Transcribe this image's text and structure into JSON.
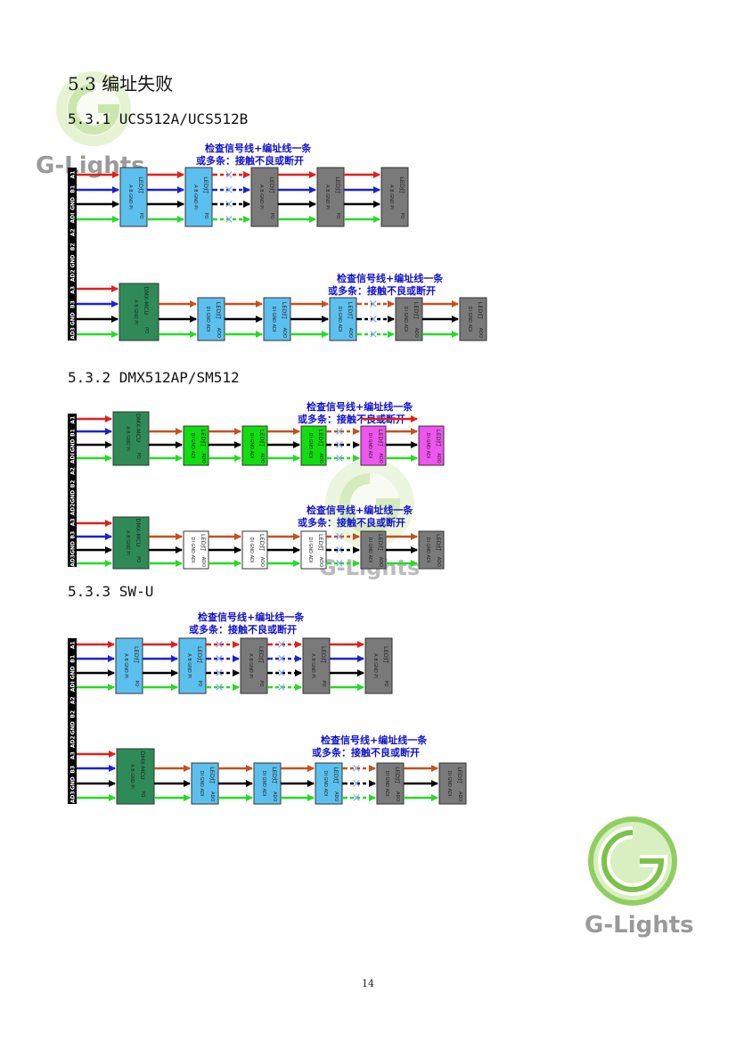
{
  "heading": {
    "number": "5.3",
    "title": "编址失败"
  },
  "sections": [
    {
      "title": "5.3.1 UCS512A/UCS512B"
    },
    {
      "title": "5.3.2 DMX512AP/SM512"
    },
    {
      "title": "5.3.3 SW-U"
    }
  ],
  "note": {
    "line1": "检查信号线+编址线一条",
    "line2": "或多条：接触不良或断开"
  },
  "terminal_labels": [
    "A1",
    "B1",
    "GND",
    "ADI",
    "A2",
    "B2",
    "GND",
    "AD2",
    "A3",
    "B3",
    "GND",
    "AD3"
  ],
  "chip": {
    "led": "LED灯",
    "dmx": "DMX-MCU",
    "pins_a": "A  B  GND  PI",
    "pins_b": "PO",
    "pins_c": "DI  GND  ADI",
    "pins_d": "ADO",
    "cross": "×"
  },
  "logo": {
    "text": "G-Lights"
  },
  "page": {
    "number": "14"
  },
  "colors": {
    "red": "#e0201a",
    "blue": "#1a22d0",
    "black": "#000000",
    "green": "#22dd22",
    "orange": "#c5501e",
    "cyan": "#5cc0ee",
    "gray": "#7a7a7a",
    "darkgreen": "#2e8b57",
    "brightgreen": "#11dd11",
    "magenta": "#ee55ee",
    "note": "#1010cc"
  }
}
